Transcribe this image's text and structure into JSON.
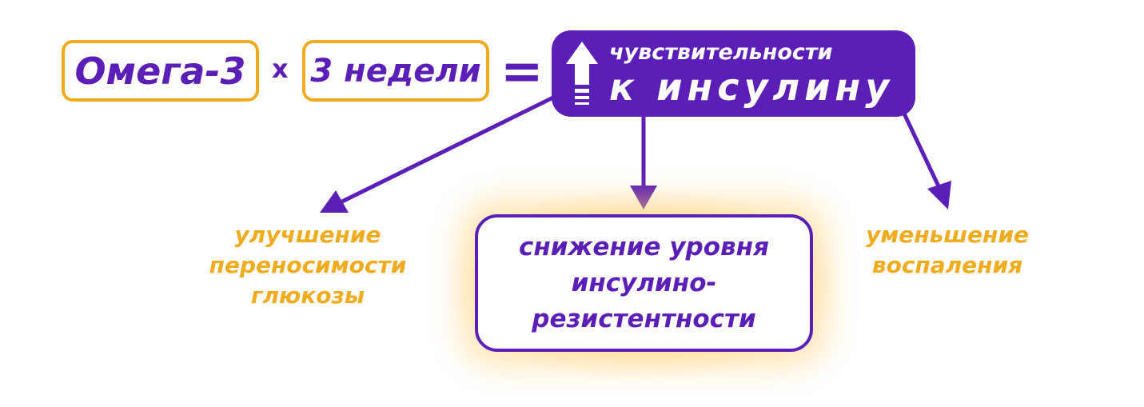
{
  "equation": {
    "term1": "Омега-3",
    "operator_times": "х",
    "term2": "3 недели",
    "operator_equals": "=",
    "result": {
      "icon": "up-arrow-icon",
      "line1": "чувствительности",
      "line2": "к инсулину"
    }
  },
  "outcomes": {
    "left": [
      "улучшение",
      "переносимости",
      "глюкозы"
    ],
    "center": [
      "снижение уровня",
      "инсулино-",
      "резистентности"
    ],
    "right": [
      "уменьшение",
      "воспаления"
    ]
  },
  "colors": {
    "purple": "#5b1fb8",
    "orange": "#f0ab1e",
    "glow": "#ffc850"
  }
}
